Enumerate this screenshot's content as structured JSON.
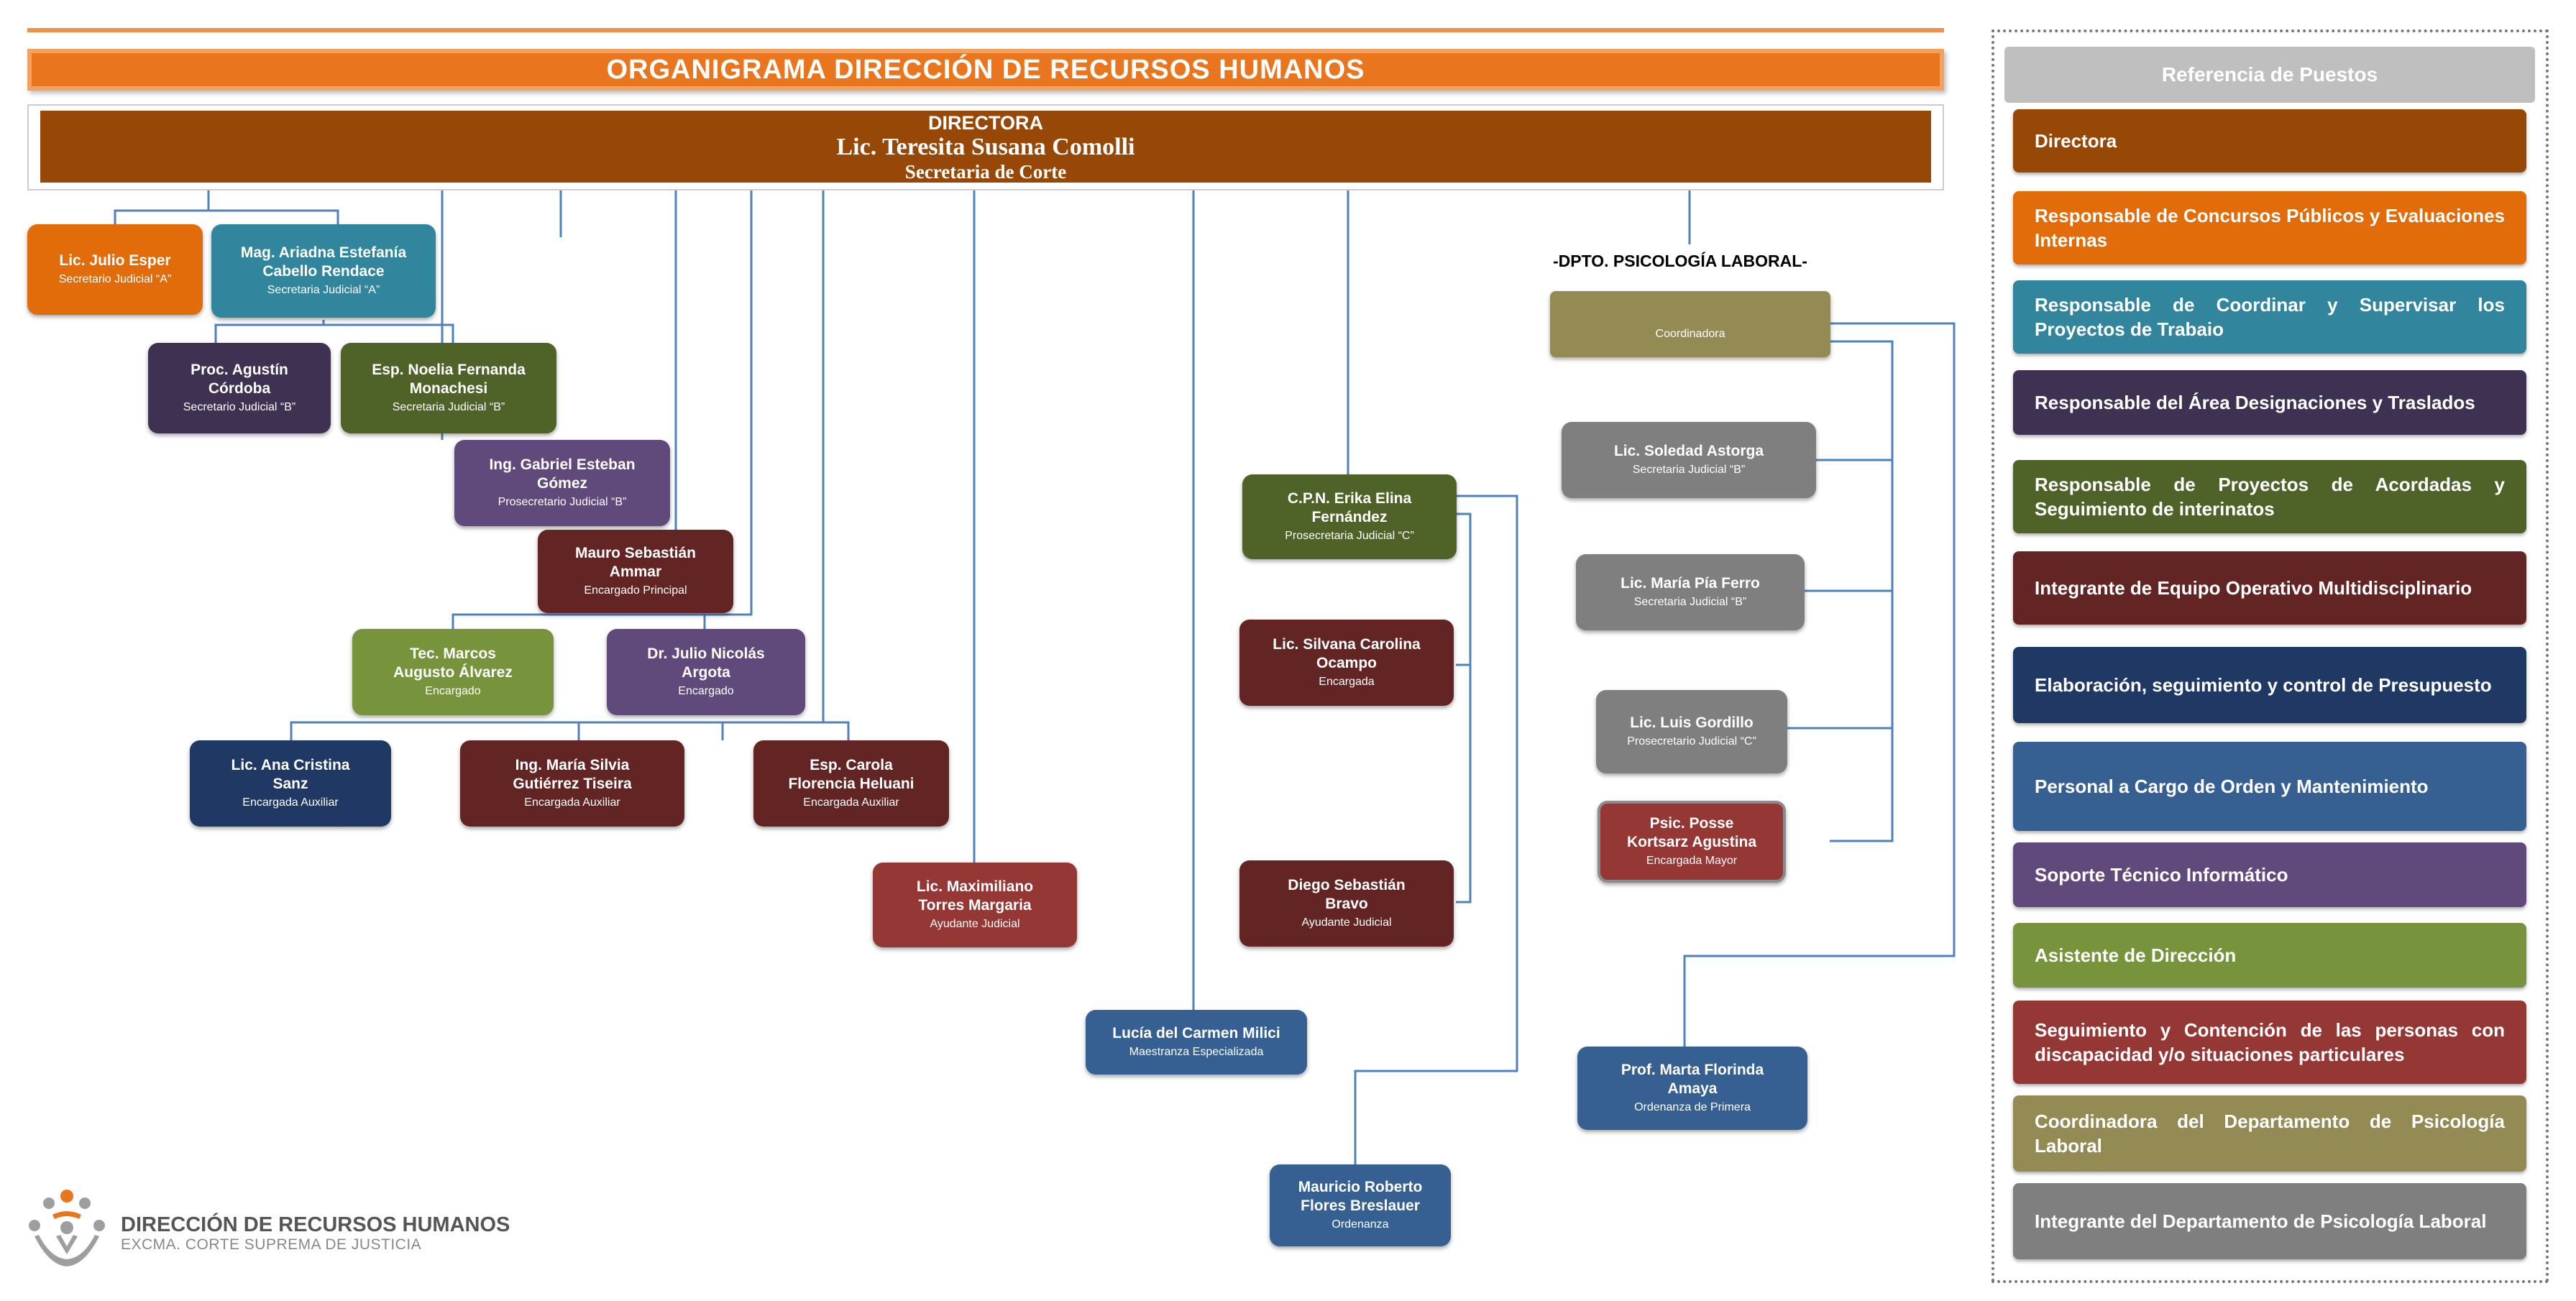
{
  "header": {
    "title": "ORGANIGRAMA DIRECCIÓN DE RECURSOS HUMANOS"
  },
  "director": {
    "label": "DIRECTORA",
    "name": "Lic. Teresita Susana Comolli",
    "role": "Secretaria de Corte"
  },
  "dept": {
    "label": "-DPTO. PSICOLOGÍA LABORAL-"
  },
  "nodes": [
    {
      "id": "esper",
      "name": "Lic. Julio Esper",
      "role": "Secretario Judicial “A”",
      "color": "#e36c0a"
    },
    {
      "id": "cabello",
      "name": "Mag. Ariadna Estefanía\nCabello Rendace",
      "role": "Secretaria Judicial “A”",
      "color": "#31859c"
    },
    {
      "id": "cordoba",
      "name": "Proc. Agustín\nCórdoba",
      "role": "Secretario Judicial “B”",
      "color": "#3f3151"
    },
    {
      "id": "monachesi",
      "name": "Esp. Noelia Fernanda\nMonachesi",
      "role": "Secretaria Judicial “B”",
      "color": "#4f6228"
    },
    {
      "id": "gomez",
      "name": "Ing. Gabriel Esteban\nGómez",
      "role": "Prosecretario Judicial “B”",
      "color": "#604a7b"
    },
    {
      "id": "ammar",
      "name": "Mauro Sebastián\nAmmar",
      "role": "Encargado Principal",
      "color": "#632523"
    },
    {
      "id": "alvarez",
      "name": "Tec. Marcos\nAugusto Álvarez",
      "role": "Encargado",
      "color": "#77933c"
    },
    {
      "id": "argota",
      "name": "Dr. Julio Nicolás\nArgota",
      "role": "Encargado",
      "color": "#604a7b"
    },
    {
      "id": "sanz",
      "name": "Lic. Ana Cristina\nSanz",
      "role": "Encargada Auxiliar",
      "color": "#1f3864"
    },
    {
      "id": "tiseira",
      "name": "Ing. María Silvia\nGutiérrez Tiseira",
      "role": "Encargada Auxiliar",
      "color": "#632523"
    },
    {
      "id": "heluani",
      "name": "Esp. Carola\nFlorencia Heluani",
      "role": "Encargada Auxiliar",
      "color": "#632523"
    },
    {
      "id": "margaria",
      "name": "Lic. Maximiliano\nTorres Margaria",
      "role": "Ayudante Judicial",
      "color": "#953735"
    },
    {
      "id": "milici",
      "name": "Lucía del Carmen Milici",
      "role": "Maestranza Especializada",
      "color": "#366092"
    },
    {
      "id": "fernandez",
      "name": "C.P.N. Erika Elina\nFernández",
      "role": "Prosecretaria Judicial “C”",
      "color": "#4f6228"
    },
    {
      "id": "ocampo",
      "name": "Lic. Silvana Carolina\nOcampo",
      "role": "Encargada",
      "color": "#632523"
    },
    {
      "id": "bravo",
      "name": "Diego Sebastián\nBravo",
      "role": "Ayudante Judicial",
      "color": "#632523"
    },
    {
      "id": "flores",
      "name": "Mauricio Roberto\nFlores Breslauer",
      "role": "Ordenanza",
      "color": "#366092"
    },
    {
      "id": "coord",
      "name": "",
      "role": "Coordinadora",
      "color": "#948a54"
    },
    {
      "id": "astorga",
      "name": "Lic. Soledad Astorga",
      "role": "Secretaria Judicial “B”",
      "color": "#7f7f7f"
    },
    {
      "id": "ferro",
      "name": "Lic. María Pía Ferro",
      "role": "Secretaria Judicial “B”",
      "color": "#7f7f7f"
    },
    {
      "id": "gordillo",
      "name": "Lic. Luis Gordillo",
      "role": "Prosecretario Judicial “C”",
      "color": "#7f7f7f"
    },
    {
      "id": "kortsarz",
      "name": "Psic. Posse\nKortsarz Agustina",
      "role": "Encargada Mayor",
      "color": "#953735"
    },
    {
      "id": "amaya",
      "name": "Prof. Marta Florinda\nAmaya",
      "role": "Ordenanza de Primera",
      "color": "#366092"
    }
  ],
  "legend": {
    "title": "Referencia de Puestos",
    "items": [
      {
        "label": "Directora",
        "color": "#974706"
      },
      {
        "label": "Responsable de Concursos Públicos y Evaluaciones Internas",
        "color": "#e36c0a"
      },
      {
        "label": "Responsable de Coordinar y Supervisar los Proyectos de Trabaio",
        "color": "#31859c"
      },
      {
        "label": "Responsable del Área Designaciones y Traslados",
        "color": "#3f3151"
      },
      {
        "label": "Responsable de Proyectos de Acordadas y Seguimiento de interinatos",
        "color": "#4f6228"
      },
      {
        "label": "Integrante de Equipo Operativo Multidisciplinario",
        "color": "#632523"
      },
      {
        "label": "Elaboración, seguimiento y  control de Presupuesto",
        "color": "#1f3864"
      },
      {
        "label": "Personal a Cargo de Orden y Mantenimiento",
        "color": "#366092"
      },
      {
        "label": "Soporte Técnico Informático",
        "color": "#604a7b"
      },
      {
        "label": "Asistente de Dirección",
        "color": "#77933c"
      },
      {
        "label": "Seguimiento y Contención de las personas con discapacidad y/o situaciones particulares",
        "color": "#953735"
      },
      {
        "label": "Coordinadora del Departamento de Psicología Laboral",
        "color": "#948a54"
      },
      {
        "label": "Integrante del Departamento de Psicología Laboral",
        "color": "#7f7f7f"
      }
    ]
  },
  "footer": {
    "org": "DIRECCIÓN DE RECURSOS HUMANOS",
    "sub": "EXCMA. CORTE SUPREMA DE JUSTICIA"
  }
}
